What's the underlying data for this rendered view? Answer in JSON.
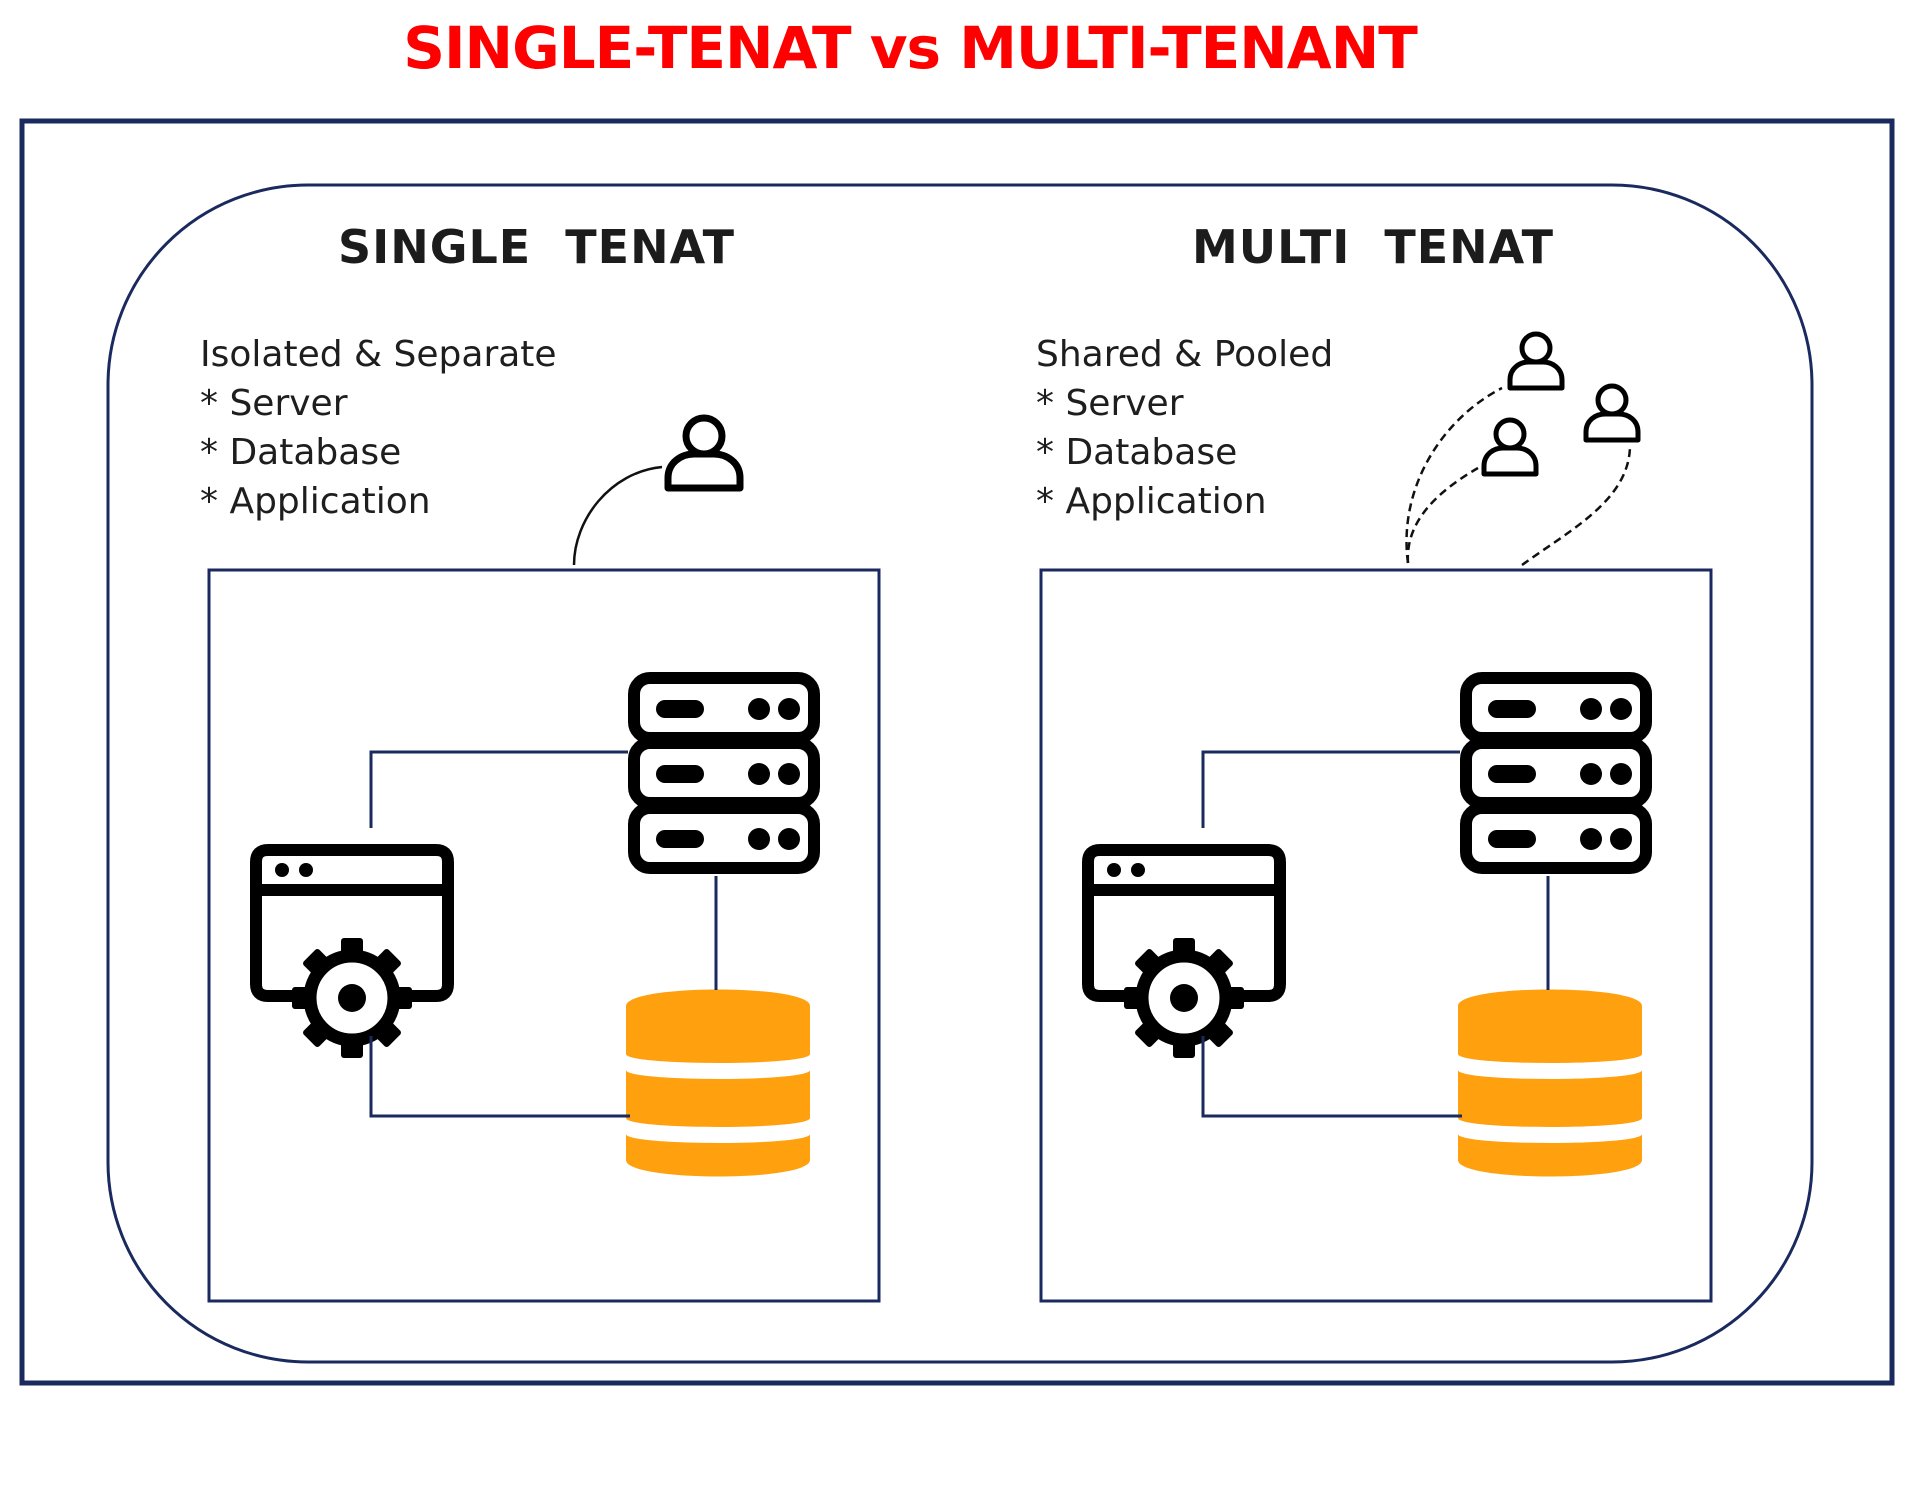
{
  "title": "SINGLE-TENAT vs MULTI-TENANT",
  "colors": {
    "title": "#ff0000",
    "frame": "#1a2a5e",
    "icon": "#000000",
    "database": "#ffa00f",
    "text": "#1e1e1e"
  },
  "single": {
    "heading": "SINGLE  TENAT",
    "lines": [
      "Isolated & Separate",
      "* Server",
      "* Database",
      "* Application"
    ],
    "icons": [
      "user-icon",
      "server-rack-icon",
      "app-settings-icon",
      "database-icon"
    ]
  },
  "multi": {
    "heading": "MULTI  TENAT",
    "lines": [
      "Shared & Pooled",
      "* Server",
      "* Database",
      "* Application"
    ],
    "icons": [
      "user-icon",
      "user-icon",
      "user-icon",
      "server-rack-icon",
      "app-settings-icon",
      "database-icon"
    ]
  }
}
